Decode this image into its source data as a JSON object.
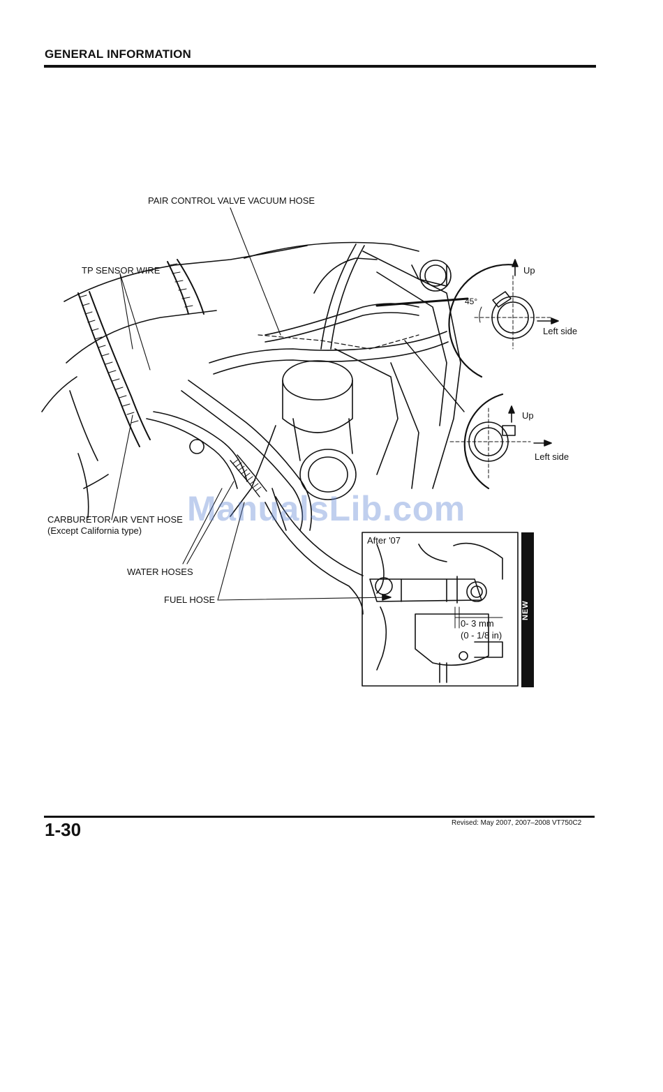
{
  "header": {
    "title": "GENERAL INFORMATION"
  },
  "labels": {
    "pair_hose": "PAIR CONTROL VALVE VACUUM HOSE",
    "tp_sensor": "TP SENSOR WIRE",
    "carb_vent": "CARBURETOR AIR VENT HOSE",
    "carb_vent_note": "(Except California type)",
    "water_hoses": "WATER HOSES",
    "fuel_hose": "FUEL HOSE",
    "up_1": "Up",
    "left_side_1": "Left side",
    "angle": "45°",
    "up_2": "Up",
    "left_side_2": "Left side",
    "inset_title": "After '07",
    "gap_mm": "0- 3 mm",
    "gap_in": "(0 - 1/8 in)",
    "new_tab": "NEW"
  },
  "watermark": "ManualsLib.com",
  "footer": {
    "page_number": "1-30",
    "revised": "Revised: May 2007, 2007–2008 VT750C2"
  }
}
